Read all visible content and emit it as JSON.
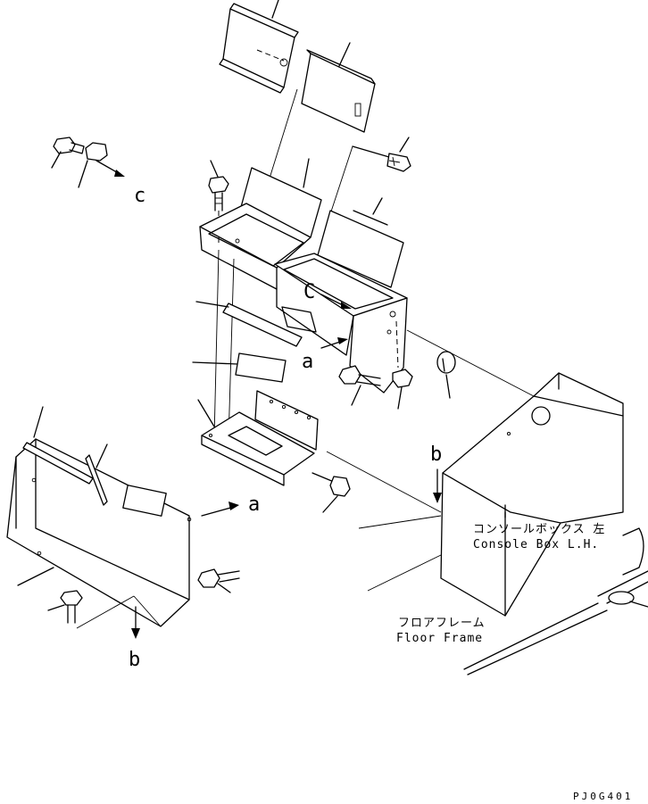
{
  "labels": {
    "c_top": "c",
    "c_mid": "C",
    "a_mid": "a",
    "a_low": "a",
    "b_right": "b",
    "b_low": "b"
  },
  "notes": {
    "console_box_jp": "コンソールボックス 左",
    "console_box_en": "Console Box L.H.",
    "floor_frame_jp": "フロアフレーム",
    "floor_frame_en": "Floor Frame"
  },
  "drawing_code": "PJ0G401"
}
